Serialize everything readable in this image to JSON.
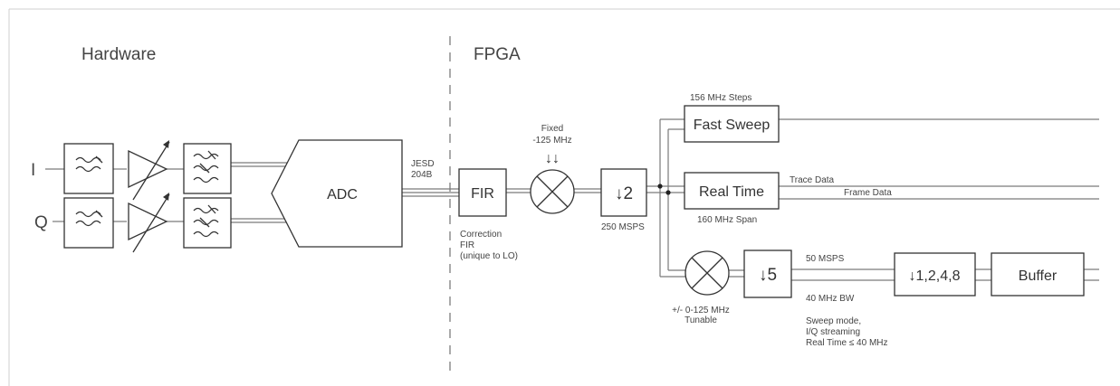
{
  "sections": {
    "hardware": "Hardware",
    "fpga": "FPGA"
  },
  "channels": {
    "i": "I",
    "q": "Q"
  },
  "blocks": {
    "adc": "ADC",
    "fir": "FIR",
    "decim2": "↓2",
    "fast_sweep": "Fast Sweep",
    "real_time": "Real Time",
    "decim5": "↓5",
    "decim_var": "↓1,2,4,8",
    "buffer": "Buffer"
  },
  "labels": {
    "jesd_1": "JESD",
    "jesd_2": "204B",
    "fixed_1": "Fixed",
    "fixed_2": "-125 MHz",
    "fixed_arrows": "↓↓",
    "correction_1": "Correction",
    "correction_2": "FIR",
    "correction_3": "(unique to LO)",
    "msps_250": "250 MSPS",
    "steps_156": "156 MHz Steps",
    "trace_data": "Trace Data",
    "frame_data": "Frame Data",
    "span_160": "160 MHz Span",
    "tunable_1": "+/- 0-125 MHz",
    "tunable_2": "Tunable",
    "msps_50": "50 MSPS",
    "bw_40": "40 MHz BW",
    "note_1": "Sweep mode,",
    "note_2": "I/Q streaming",
    "note_3": "Real Time ≤ 40 MHz"
  }
}
